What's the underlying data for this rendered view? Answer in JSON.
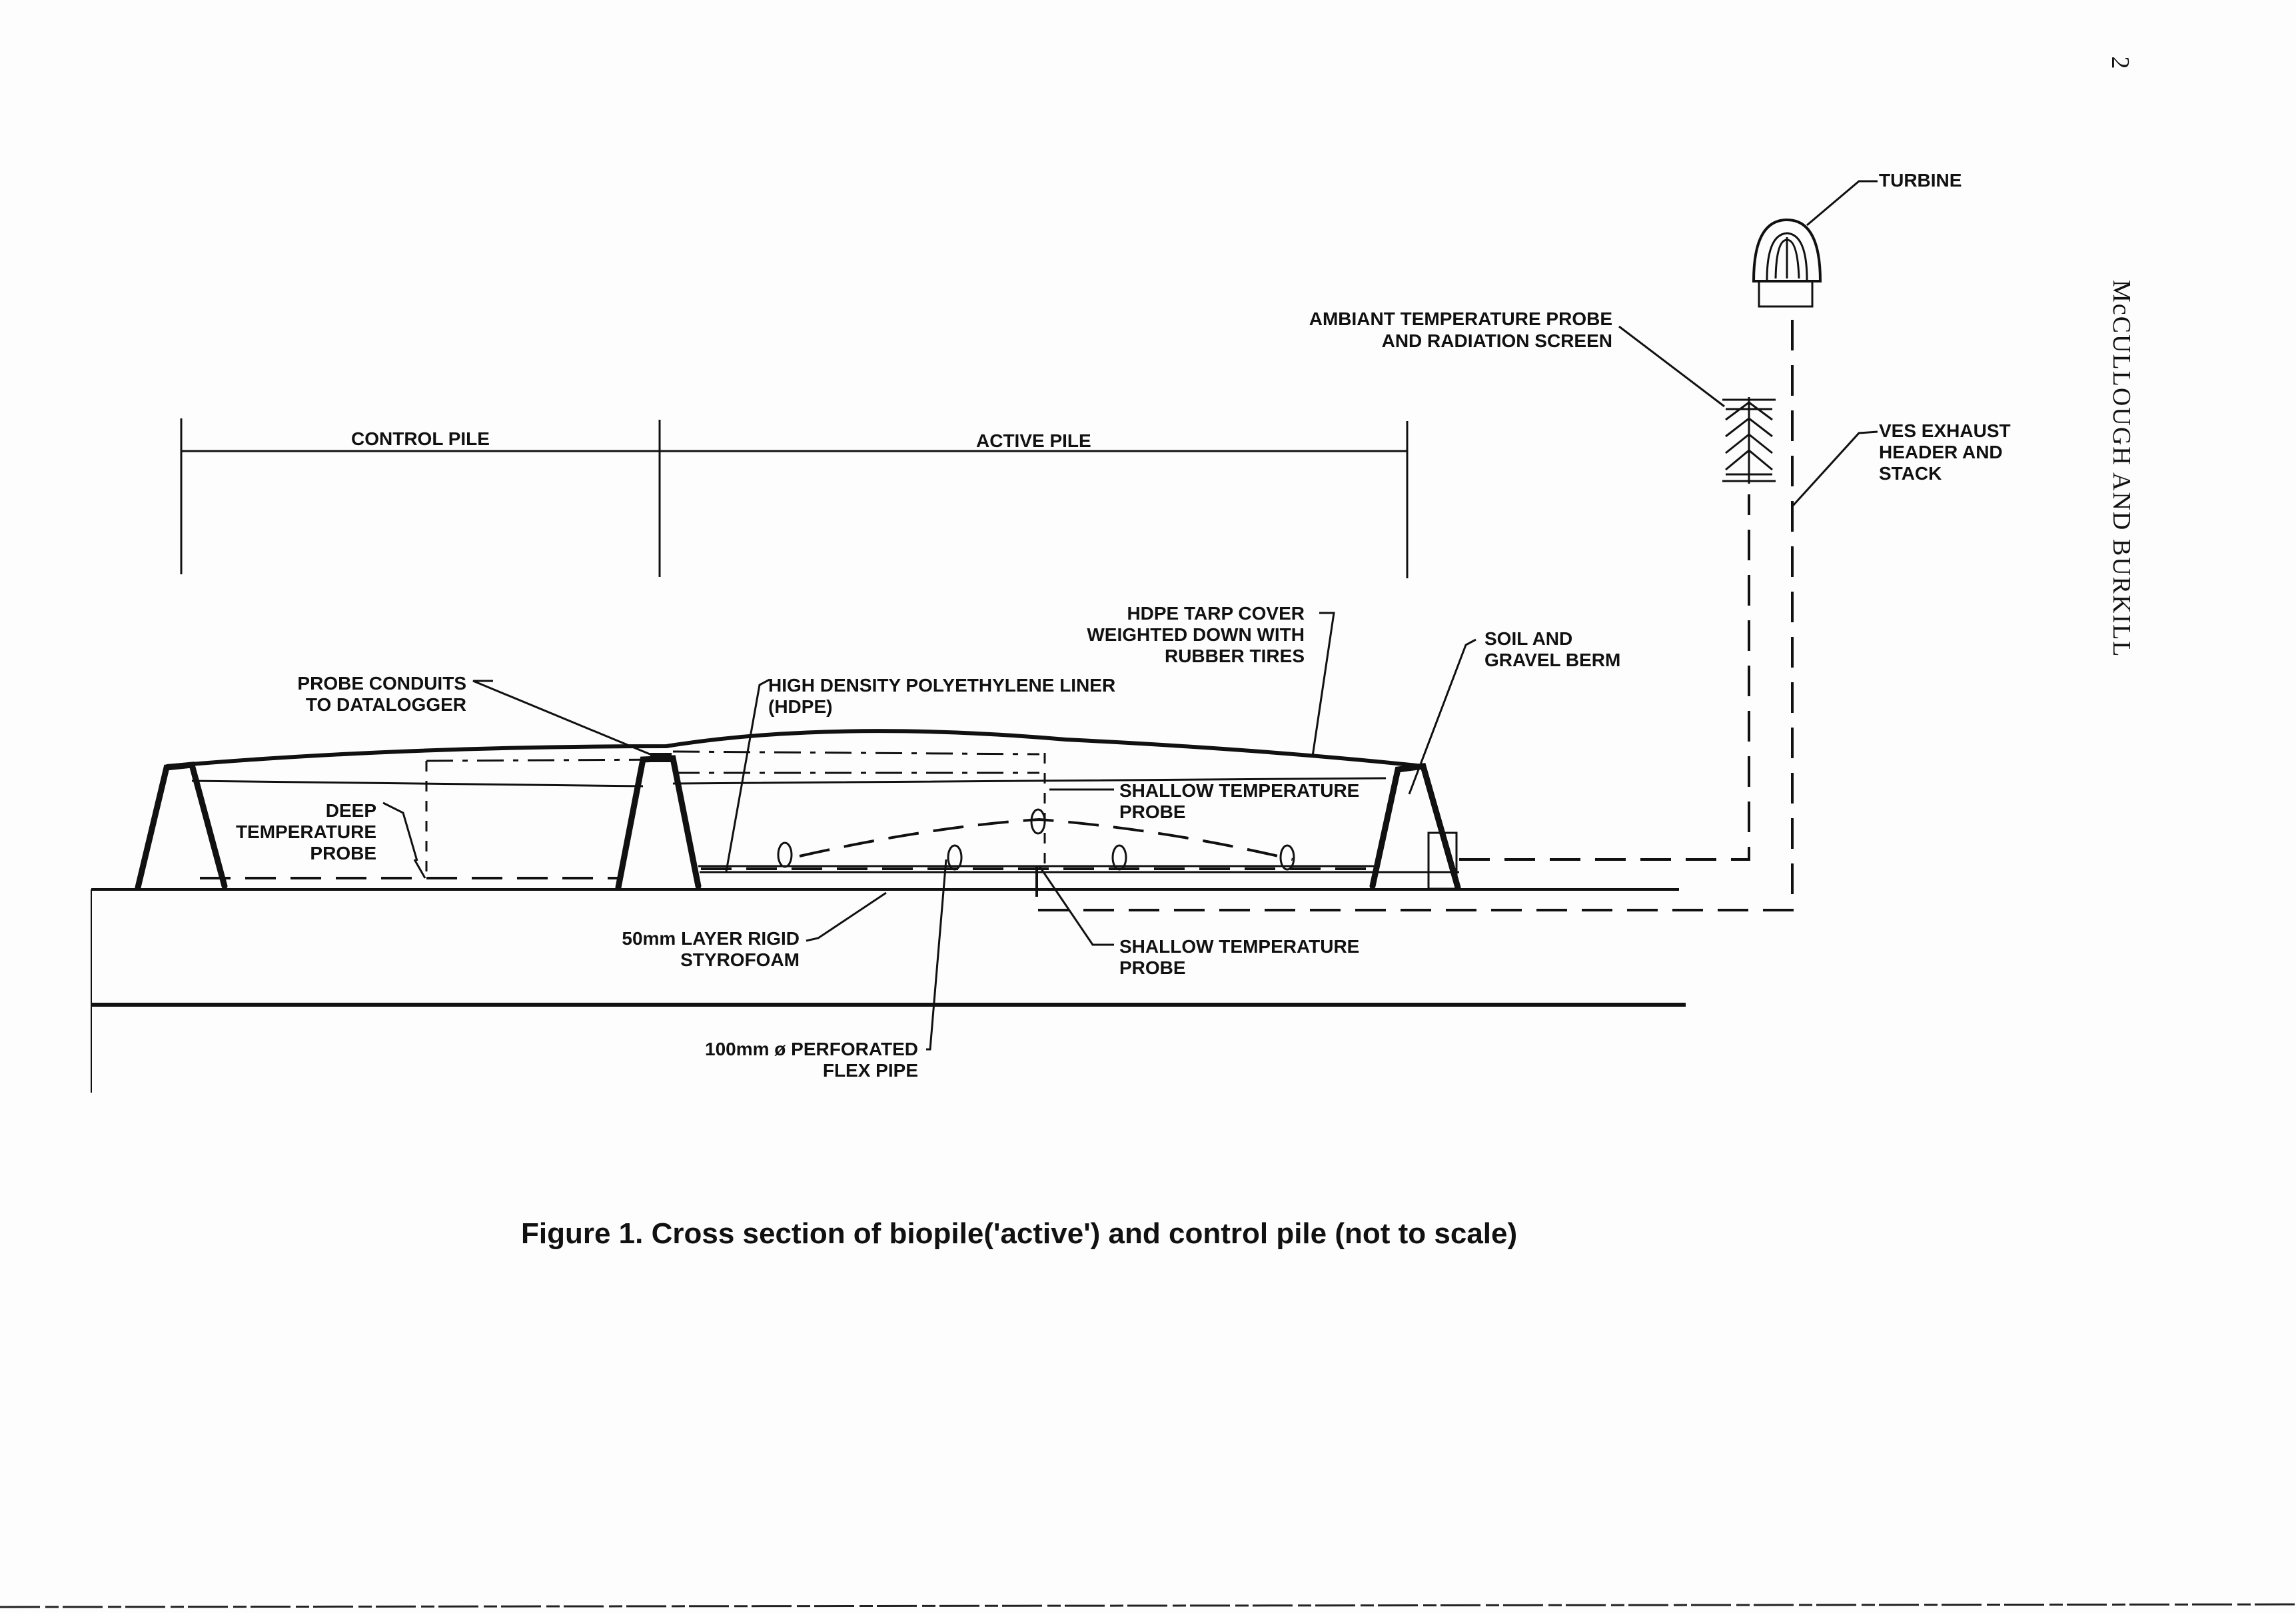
{
  "page": {
    "page_number": "2",
    "running_header": "McCULLOUGH AND BURKILL"
  },
  "labels": {
    "control_pile": "CONTROL PILE",
    "active_pile": "ACTIVE PILE",
    "turbine": "TURBINE",
    "ambient_probe_line1": "AMBIANT TEMPERATURE PROBE",
    "ambient_probe_line2": "AND RADIATION SCREEN",
    "ves_line1": "VES EXHAUST",
    "ves_line2": "HEADER AND",
    "ves_line3": "STACK",
    "tarp_line1": "HDPE TARP COVER",
    "tarp_line2": "WEIGHTED DOWN WITH",
    "tarp_line3": "RUBBER TIRES",
    "berm_line1": "SOIL AND",
    "berm_line2": "GRAVEL BERM",
    "conduits_line1": "PROBE CONDUITS",
    "conduits_line2": "TO DATALOGGER",
    "liner_line1": "HIGH DENSITY POLYETHYLENE LINER",
    "liner_line2": "(HDPE)",
    "deep_probe_line1": "DEEP",
    "deep_probe_line2": "TEMPERATURE",
    "deep_probe_line3": "PROBE",
    "shallow_upper_line1": "SHALLOW TEMPERATURE",
    "shallow_upper_line2": "PROBE",
    "styrofoam_line1": "50mm LAYER RIGID",
    "styrofoam_line2": "STYROFOAM",
    "shallow_lower_line1": "SHALLOW TEMPERATURE",
    "shallow_lower_line2": "PROBE",
    "flexpipe_line1": "100mm ø PERFORATED",
    "flexpipe_line2": "FLEX PIPE"
  },
  "caption": "Figure 1. Cross section of biopile('active') and control pile (not to scale)"
}
